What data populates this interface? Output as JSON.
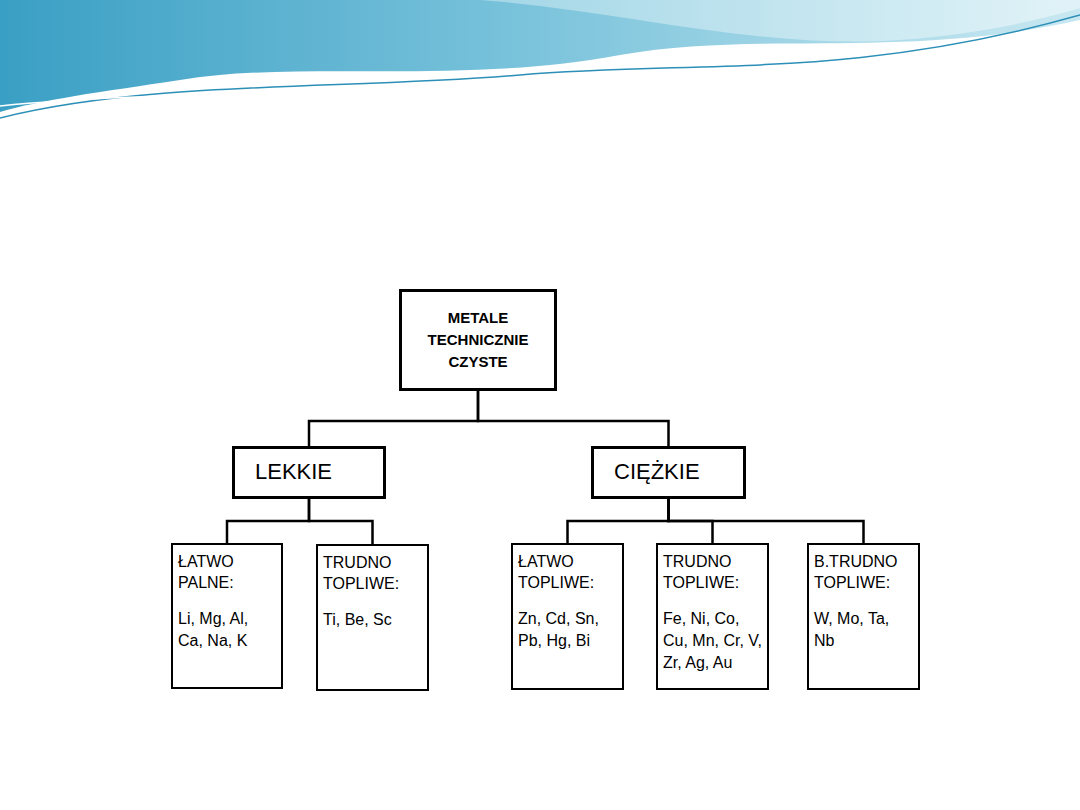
{
  "diagram": {
    "nodes": [
      {
        "text": [
          "METALE TECHNICZNIE CZYSTE"
        ]
      },
      {
        "text": [
          "LEKKIE"
        ]
      },
      {
        "text": [
          "CIĘŻKIE"
        ]
      },
      {
        "text": [
          "ŁATWO PALNE:",
          "Li, Mg, Al, Ca, Na, K"
        ]
      },
      {
        "text": [
          "TRUDNO TOPLIWE:",
          "Ti, Be, Sc"
        ]
      },
      {
        "text": [
          "ŁATWO TOPLIWE:",
          "Zn, Cd, Sn, Pb, Hg, Bi"
        ]
      },
      {
        "text": [
          "TRUDNO TOPLIWE:",
          "Fe, Ni, Co, Cu, Mn, Cr, V, Zr, Ag, Au"
        ]
      },
      {
        "text": [
          "B.TRUDNO TOPLIWE:",
          "W, Mo, Ta, Nb"
        ]
      }
    ],
    "edges": [
      {
        "from": 0,
        "to": 1,
        "arrow": "none"
      },
      {
        "from": 0,
        "to": 2,
        "arrow": "none"
      },
      {
        "from": 1,
        "to": 3,
        "arrow": "none"
      },
      {
        "from": 1,
        "to": 4,
        "arrow": "none"
      },
      {
        "from": 2,
        "to": 5,
        "arrow": "none"
      },
      {
        "from": 2,
        "to": 6,
        "arrow": "none"
      },
      {
        "from": 2,
        "to": 7,
        "arrow": "none"
      }
    ]
  }
}
